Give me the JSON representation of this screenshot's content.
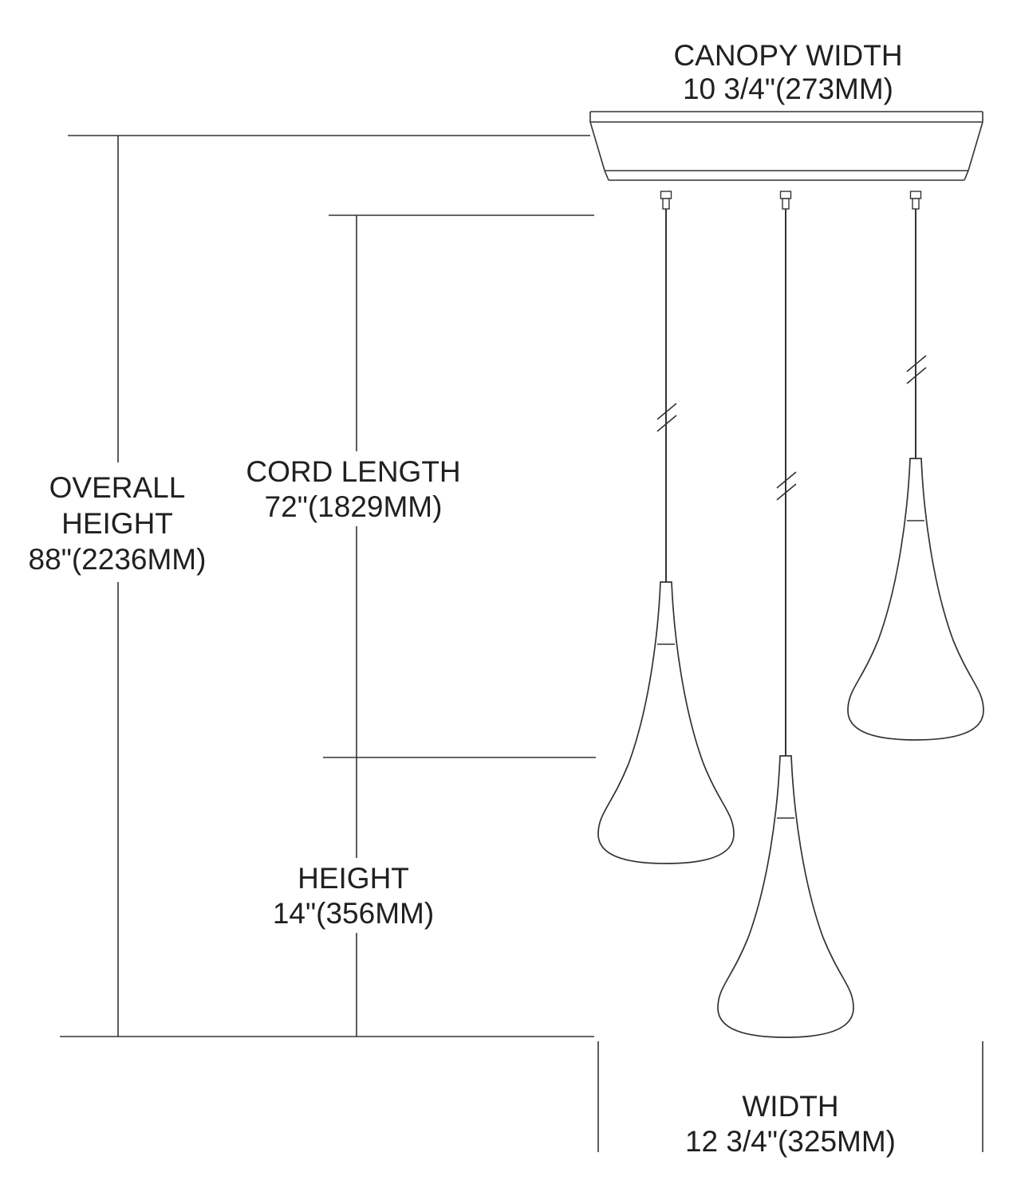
{
  "labels": {
    "canopy_width_title": "CANOPY WIDTH",
    "canopy_width_value": "10 3/4\"(273MM)",
    "overall_height_line1": "OVERALL",
    "overall_height_line2": "HEIGHT",
    "overall_height_value": "88\"(2236MM)",
    "cord_length_title": "CORD LENGTH",
    "cord_length_value": "72\"(1829MM)",
    "height_title": "HEIGHT",
    "height_value": "14\"(356MM)",
    "width_title": "WIDTH",
    "width_value": "12 3/4\"(325MM)"
  },
  "colors": {
    "line": "#333333",
    "text": "#202020",
    "background": "#ffffff"
  }
}
